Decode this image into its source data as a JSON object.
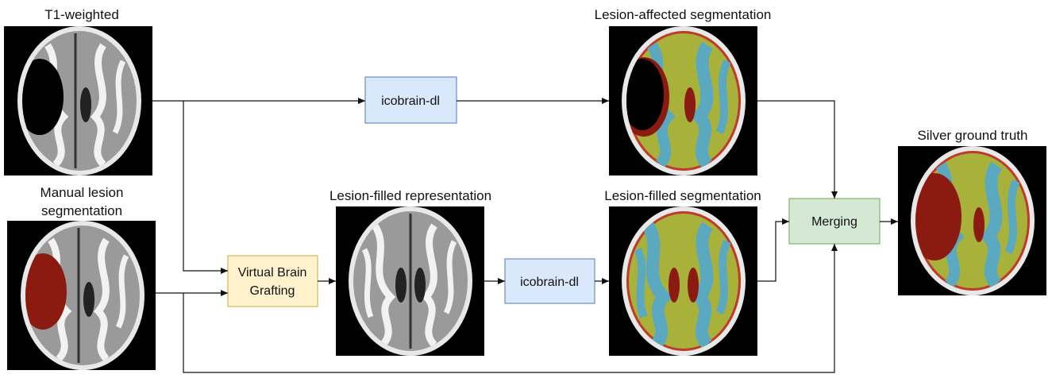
{
  "labels": {
    "t1": "T1-weighted",
    "manual_line1": "Manual lesion",
    "manual_line2": "segmentation",
    "lesion_filled_repr": "Lesion-filled representation",
    "lesion_affected_seg": "Lesion-affected segmentation",
    "lesion_filled_seg": "Lesion-filled segmentation",
    "silver": "Silver ground truth"
  },
  "boxes": {
    "icobrain_top": "icobrain-dl",
    "vbg_line1": "Virtual Brain",
    "vbg_line2": "Grafting",
    "icobrain_bottom": "icobrain-dl",
    "merging": "Merging"
  },
  "colors": {
    "icobrain_fill": "#dae8fc",
    "icobrain_stroke": "#6c8ebf",
    "vbg_fill": "#fff2cc",
    "vbg_stroke": "#d6b656",
    "merging_fill": "#d5e8d4",
    "merging_stroke": "#82b366",
    "lesion_red": "#8b1a10",
    "gray_matter": "#a8b23a",
    "white_matter": "#5aa9c0"
  }
}
